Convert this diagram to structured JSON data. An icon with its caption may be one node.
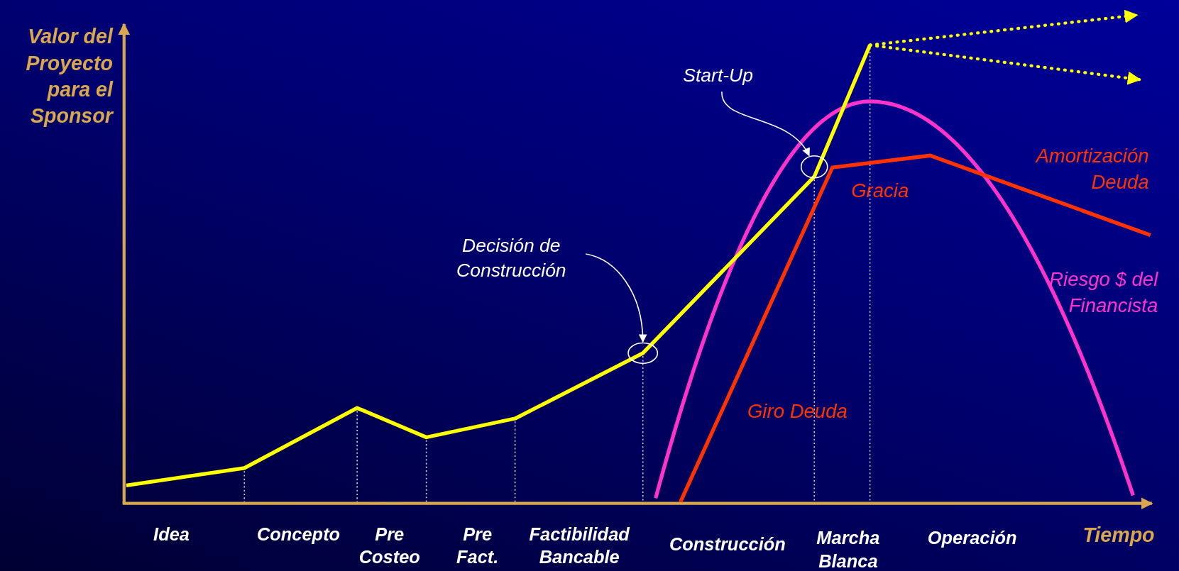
{
  "diagram": {
    "nodes": [
      {
        "text": [
          "Start-Up"
        ]
      },
      {
        "text": [],
        "shape": "circle"
      },
      {
        "text": [
          "Decisión de Construcción"
        ]
      },
      {
        "text": [],
        "shape": "circle"
      }
    ],
    "edges": [
      {
        "from": 0,
        "to": 1,
        "arrow": "to"
      },
      {
        "from": 2,
        "to": 3,
        "arrow": "to"
      }
    ],
    "labels": [
      "Valor del Proyecto para el Sponsor",
      "Amortización Deuda",
      "Gracia",
      "Riesgo $ del Financista",
      "Giro Deuda",
      "Idea",
      "Concepto",
      "Pre Costeo",
      "Pre Fact.",
      "Factibilidad Bancable",
      "Construcción",
      "Marcha Blanca",
      "Operación",
      "Tiempo"
    ]
  }
}
